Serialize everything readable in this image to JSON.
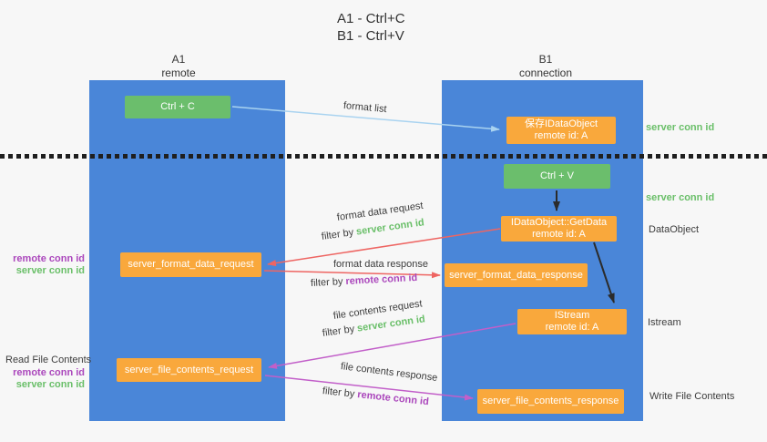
{
  "title": {
    "line1": "A1 - Ctrl+C",
    "line2": "B1 - Ctrl+V"
  },
  "columns": [
    {
      "name": "A1",
      "role": "remote"
    },
    {
      "name": "B1",
      "role": "connection"
    }
  ],
  "nodes": {
    "ctrl_c": {
      "label": "Ctrl + C"
    },
    "save_idataobject": {
      "line1": "保存IDataObject",
      "line2": "remote id: A"
    },
    "ctrl_v": {
      "label": "Ctrl + V"
    },
    "getdata": {
      "line1": "IDataObject::GetData",
      "line2": "remote id: A"
    },
    "format_request": {
      "label": "server_format_data_request"
    },
    "format_response": {
      "label": "server_format_data_response"
    },
    "istream": {
      "line1": "IStream",
      "line2": "remote id: A"
    },
    "file_request": {
      "label": "server_file_contents_request"
    },
    "file_response": {
      "label": "server_file_contents_response"
    }
  },
  "edge_labels": {
    "format_list": "format list",
    "format_data_request": "format data request",
    "format_data_response": "format data response",
    "file_contents_request": "file contents request",
    "file_contents_response": "file contents response",
    "filter_by": "filter by ",
    "server_conn_id": "server conn id",
    "remote_conn_id": "remote conn id"
  },
  "side_labels": {
    "server_conn_id": "server conn id",
    "remote_conn_id": "remote conn id",
    "dataobject": "DataObject",
    "istream": "Istream",
    "read_file_contents": "Read File Contents",
    "write_file_contents": "Write File Contents"
  },
  "colors": {
    "column_blue": "#4a86d8",
    "box_green": "#6bbe6c",
    "box_orange": "#f9a83c",
    "arrow_light_blue": "#a9d3f0",
    "arrow_black": "#2b2b2b",
    "arrow_red": "#ee6562",
    "arrow_magenta": "#c25fc9",
    "text_green": "#6abf69",
    "text_purple": "#ab47bc",
    "text_dark": "#3c3c3c",
    "background": "#f7f7f7"
  }
}
